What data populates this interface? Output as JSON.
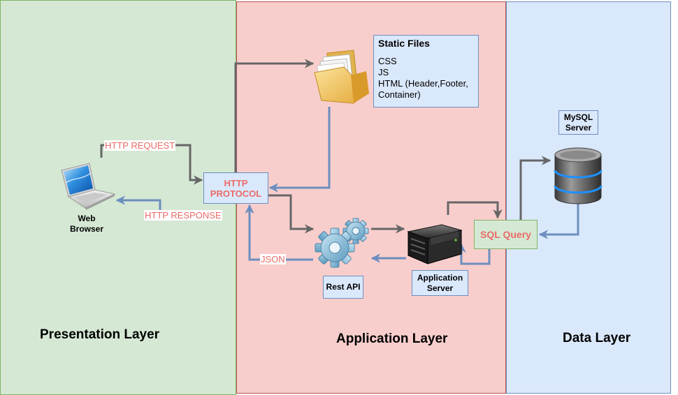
{
  "layers": {
    "presentation": "Presentation Layer",
    "application": "Application Layer",
    "data": "Data Layer"
  },
  "nodes": {
    "web_browser": "Web Browser",
    "http_protocol": "HTTP PROTOCOL",
    "static_files": {
      "title": "Static Files",
      "items": [
        "CSS",
        "JS",
        "HTML (Header,Footer, Container)"
      ]
    },
    "rest_api": "Rest API",
    "application_server": "Application Server",
    "sql_query": "SQL Query",
    "mysql_server": "MySQL Server"
  },
  "edges": {
    "http_request": "HTTP REQUEST",
    "http_response": "HTTP RESPONSE",
    "json": "JSON"
  },
  "icons": [
    "laptop-icon",
    "folder-icon",
    "gears-icon",
    "server-icon",
    "database-icon"
  ],
  "colors": {
    "presentation_fill": "#d5e8d4",
    "application_fill": "#f8cecc",
    "data_fill": "#dae8fc",
    "request_arrow": "#666666",
    "response_arrow": "#6c8ebf",
    "highlight_text": "#ea6b66"
  }
}
